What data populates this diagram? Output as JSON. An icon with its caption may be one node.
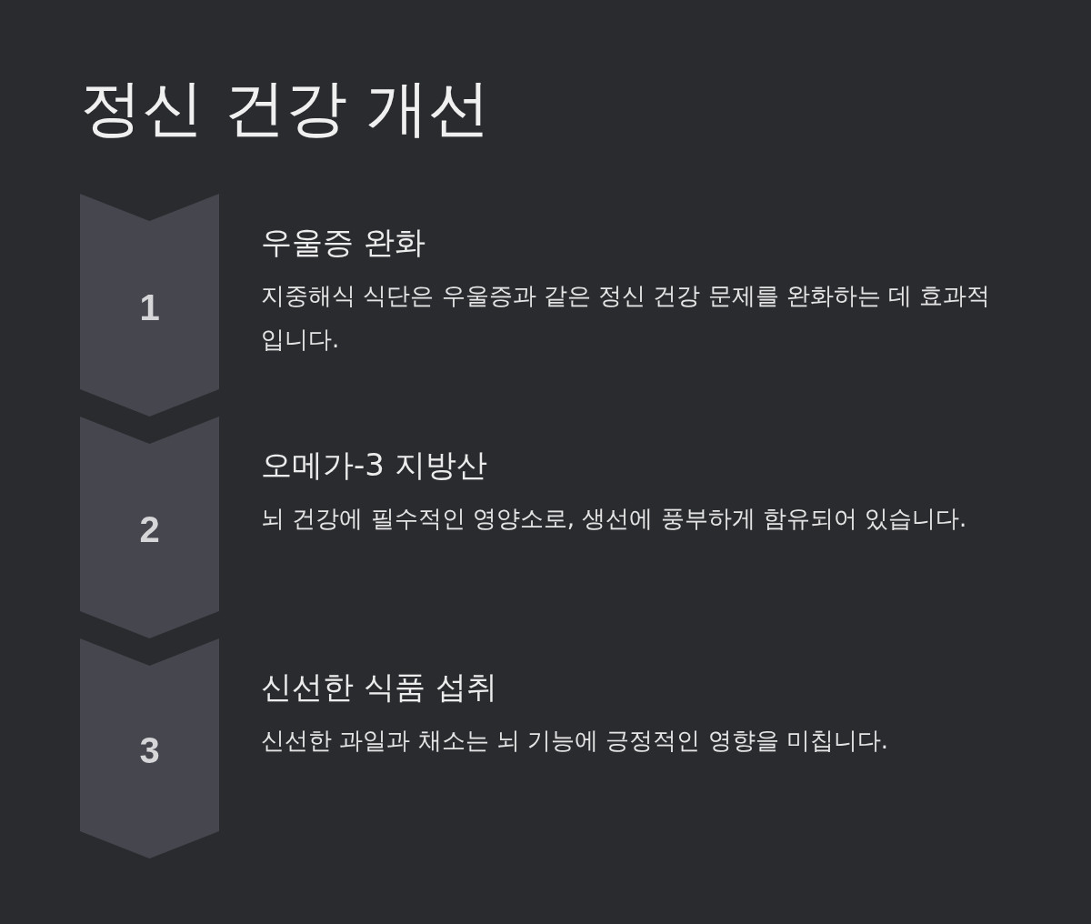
{
  "diagram": {
    "title": "정신 건강 개선",
    "nodes": [
      {
        "text": [
          "1"
        ],
        "beside": [
          "우울증 완화",
          "지중해식 식단은 우울증과 같은 정신 건강 문제를 완화하는 데 효과적입니다."
        ]
      },
      {
        "text": [
          "2"
        ],
        "beside": [
          "오메가-3 지방산",
          "뇌 건강에 필수적인 영양소로, 생선에 풍부하게 함유되어 있습니다."
        ]
      },
      {
        "text": [
          "3"
        ],
        "beside": [
          "신선한 식품 섭취",
          "신선한 과일과 채소는 뇌 기능에 긍정적인 영향을 미칩니다."
        ]
      }
    ]
  }
}
